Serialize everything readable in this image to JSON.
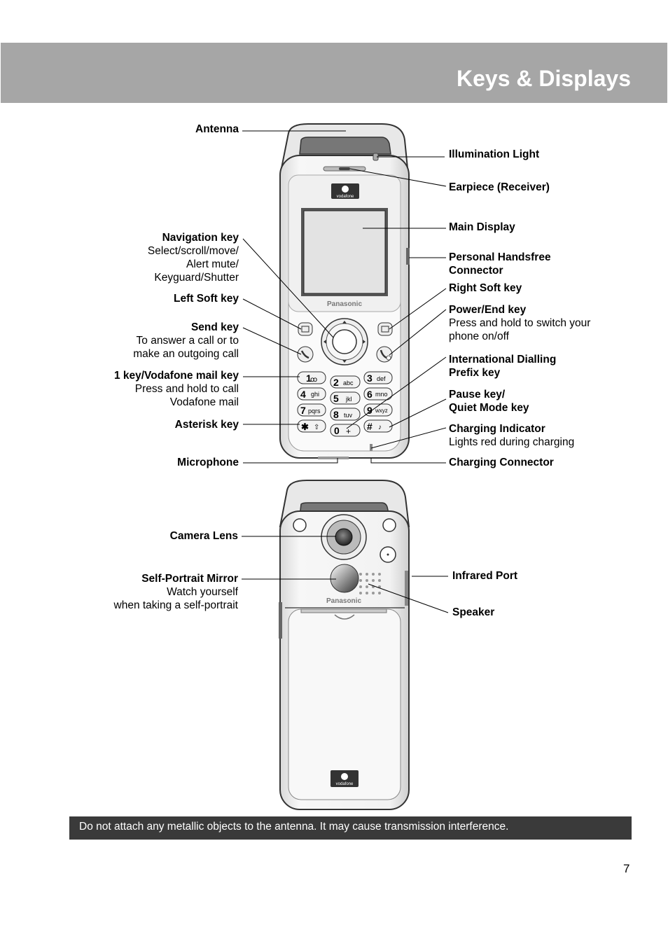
{
  "page": {
    "title": "Keys & Displays",
    "page_number": "7",
    "warning": "Do not attach any metallic objects to the antenna. It may cause transmission interference."
  },
  "logos": {
    "brand_vodafone": "vodafone",
    "brand_panasonic": "Panasonic"
  },
  "front_labels": {
    "antenna": "Antenna",
    "navigation_key": "Navigation key",
    "navigation_desc": [
      "Select/scroll/move/",
      "Alert mute/",
      "Keyguard/Shutter"
    ],
    "left_soft_key": "Left Soft key",
    "send_key": "Send key",
    "send_desc": [
      "To answer a call or to",
      "make an outgoing call"
    ],
    "key1_mail": "1 key/Vodafone mail key",
    "key1_desc": [
      "Press and hold to call",
      "Vodafone mail"
    ],
    "asterisk_key": "Asterisk key",
    "microphone": "Microphone",
    "illumination_light": "Illumination Light",
    "earpiece": "Earpiece (Receiver)",
    "main_display": "Main Display",
    "handsfree": [
      "Personal Handsfree",
      "Connector"
    ],
    "right_soft_key": "Right Soft key",
    "power_end_key": "Power/End key",
    "power_desc": [
      "Press and hold to switch your",
      "phone on/off"
    ],
    "intl_prefix": [
      "International Dialling",
      "Prefix key"
    ],
    "pause_key": [
      "Pause key/",
      "Quiet Mode key"
    ],
    "charging_indicator": "Charging Indicator",
    "charging_desc": "Lights red during charging",
    "charging_connector": "Charging Connector"
  },
  "back_labels": {
    "camera_lens": "Camera Lens",
    "mirror": "Self-Portrait Mirror",
    "mirror_desc": [
      "Watch yourself",
      "when taking a self-portrait"
    ],
    "infrared_port": "Infrared Port",
    "speaker": "Speaker"
  },
  "keypad": {
    "k1": "1",
    "k1_sub": "ꝏ",
    "k2": "2",
    "k2_sub": "abc",
    "k3": "3",
    "k3_sub": "def",
    "k4": "4",
    "k4_sub": "ghi",
    "k5": "5",
    "k5_sub": "jkl",
    "k6": "6",
    "k6_sub": "mno",
    "k7": "7",
    "k7_sub": "pqrs",
    "k8": "8",
    "k8_sub": "tuv",
    "k9": "9",
    "k9_sub": "wxyz",
    "kstar": "✱",
    "kstar_sub": "⇧",
    "k0": "0",
    "k0_sub": "+",
    "khash": "#",
    "khash_sub": "♪"
  },
  "colors": {
    "header_band": "#a6a6a6",
    "warning_bg": "#3a3a3a",
    "phone_outline": "#333333"
  }
}
